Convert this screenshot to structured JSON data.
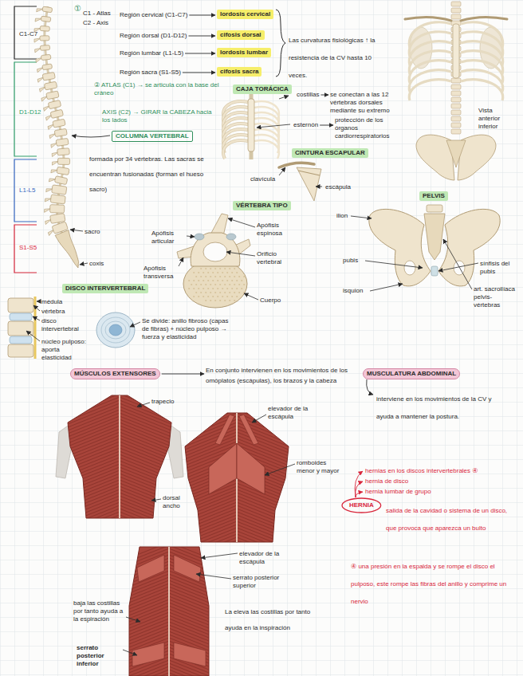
{
  "diagram": {
    "nodes": [
      {
        "text": [
          "lordosis cervical"
        ]
      },
      {
        "text": [
          "cifosis dorsal"
        ]
      },
      {
        "text": [
          "lordosis lumbar"
        ]
      },
      {
        "text": [
          "cifosis sacra"
        ]
      },
      {
        "text": [
          "COLUMNA VERTEBRAL"
        ]
      },
      {
        "text": [
          "CAJA TORÁCICA"
        ]
      },
      {
        "text": [
          "CINTURA ESCAPULAR"
        ]
      },
      {
        "text": [
          "VÉRTEBRA TIPO"
        ]
      },
      {
        "text": [
          "PELVIS"
        ]
      },
      {
        "text": [
          "DISCO INTERVERTEBRAL"
        ]
      },
      {
        "text": [
          "MÚSCULOS EXTENSORES"
        ]
      },
      {
        "text": [
          "MUSCULATURA ABDOMINAL"
        ]
      },
      {
        "text": [
          "HERNIA"
        ]
      }
    ],
    "labels": [
      "C1-C7",
      "D1-D12",
      "L1-L5",
      "S1-S5",
      "①",
      "C1 - Atlas",
      "C2 - Axis",
      "Región cervical (C1-C7)",
      "Región dorsal (D1-D12)",
      "Región lumbar (L1-L5)",
      "Región sacra (S1-S5)",
      "Las curvaturas fisiológicas ↑ la resistencia de la CV hasta 10 veces.",
      "② ATLAS (C1) → se articula con la base del cráneo",
      "AXIS (C2) → GIRAR la CABEZA hacia los lados",
      "formada por 34 vértebras. Las sacras se encuentran fusionadas (forman el hueso sacro)",
      "sacro",
      "coxis",
      "costillas",
      "se conectan a las 12 vértebras dorsales mediante su extremo",
      "esternón",
      "protección de los órganos cardiorrespiratorios",
      "clavícula",
      "escápula",
      "Vista anterior inferior",
      "Apófisis articular",
      "Apófisis espinosa",
      "Apófisis transversa",
      "Orificio vertebral",
      "Cuerpo",
      "ilion",
      "pubis",
      "isquion",
      "sínfisis del pubis",
      "art. sacroilíaca pelvis-vértebras",
      "médula",
      "vértebra",
      "disco intervertebral",
      "núcleo pulposo: aporta elasticidad",
      "Se divide: anillo fibroso (capas de fibras) + núcleo pulposo → fuerza y elasticidad",
      "En conjunto intervienen en los movimientos de los omóplatos (escápulas), los brazos y la cabeza",
      "interviene en los movimientos de la CV y ayuda a mantener la postura.",
      "trapecio",
      "dorsal ancho",
      "elevador de la escápula",
      "romboides menor y mayor",
      "elevador de la escápula",
      "serrato posterior superior",
      "La eleva las costillas por tanto ayuda en la inspiración",
      "baja las costillas por tanto ayuda a la espiración",
      "serrato posterior inferior",
      "hernias en los discos intervertebrales ④",
      "hernia de disco",
      "hernia lumbar de grupo",
      "salida de la cavidad o sistema de un disco, que provoca que aparezca un bulto",
      "④ una presión en la espalda y se rompe el disco el pulposo, este rompe las fibras del anillo y comprime un nervio"
    ]
  }
}
